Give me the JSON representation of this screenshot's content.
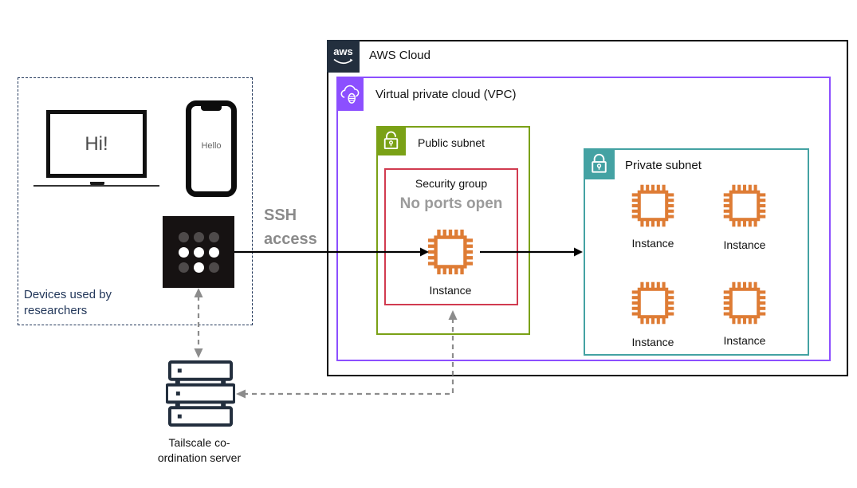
{
  "colors": {
    "aws_navy": "#232F3E",
    "vpc_purple": "#8C4FFF",
    "public_subnet_olive": "#7AA116",
    "security_group_red": "#D13B50",
    "private_subnet_teal": "#44A2A3",
    "instance_orange": "#DE7C35",
    "arrow_dashed_gray": "#8C8C8C",
    "devices_navy": "#22375A"
  },
  "devices": {
    "group_label": "Devices used by researchers",
    "laptop_text": "Hi!",
    "phone_text": "Hello"
  },
  "connections": {
    "ssh_label": "SSH access"
  },
  "aws": {
    "logo_text": "aws",
    "cloud_label": "AWS Cloud",
    "vpc_label": "Virtual private cloud (VPC)",
    "public_subnet_label": "Public subnet",
    "security_group": {
      "label": "Security group",
      "status": "No ports open",
      "instance_label": "Instance"
    },
    "private_subnet": {
      "label": "Private subnet",
      "instances": [
        {
          "label": "Instance"
        },
        {
          "label": "Instance"
        },
        {
          "label": "Instance"
        },
        {
          "label": "Instance"
        }
      ]
    }
  },
  "tailscale": {
    "server_label": "Tailscale co-ordination server"
  }
}
